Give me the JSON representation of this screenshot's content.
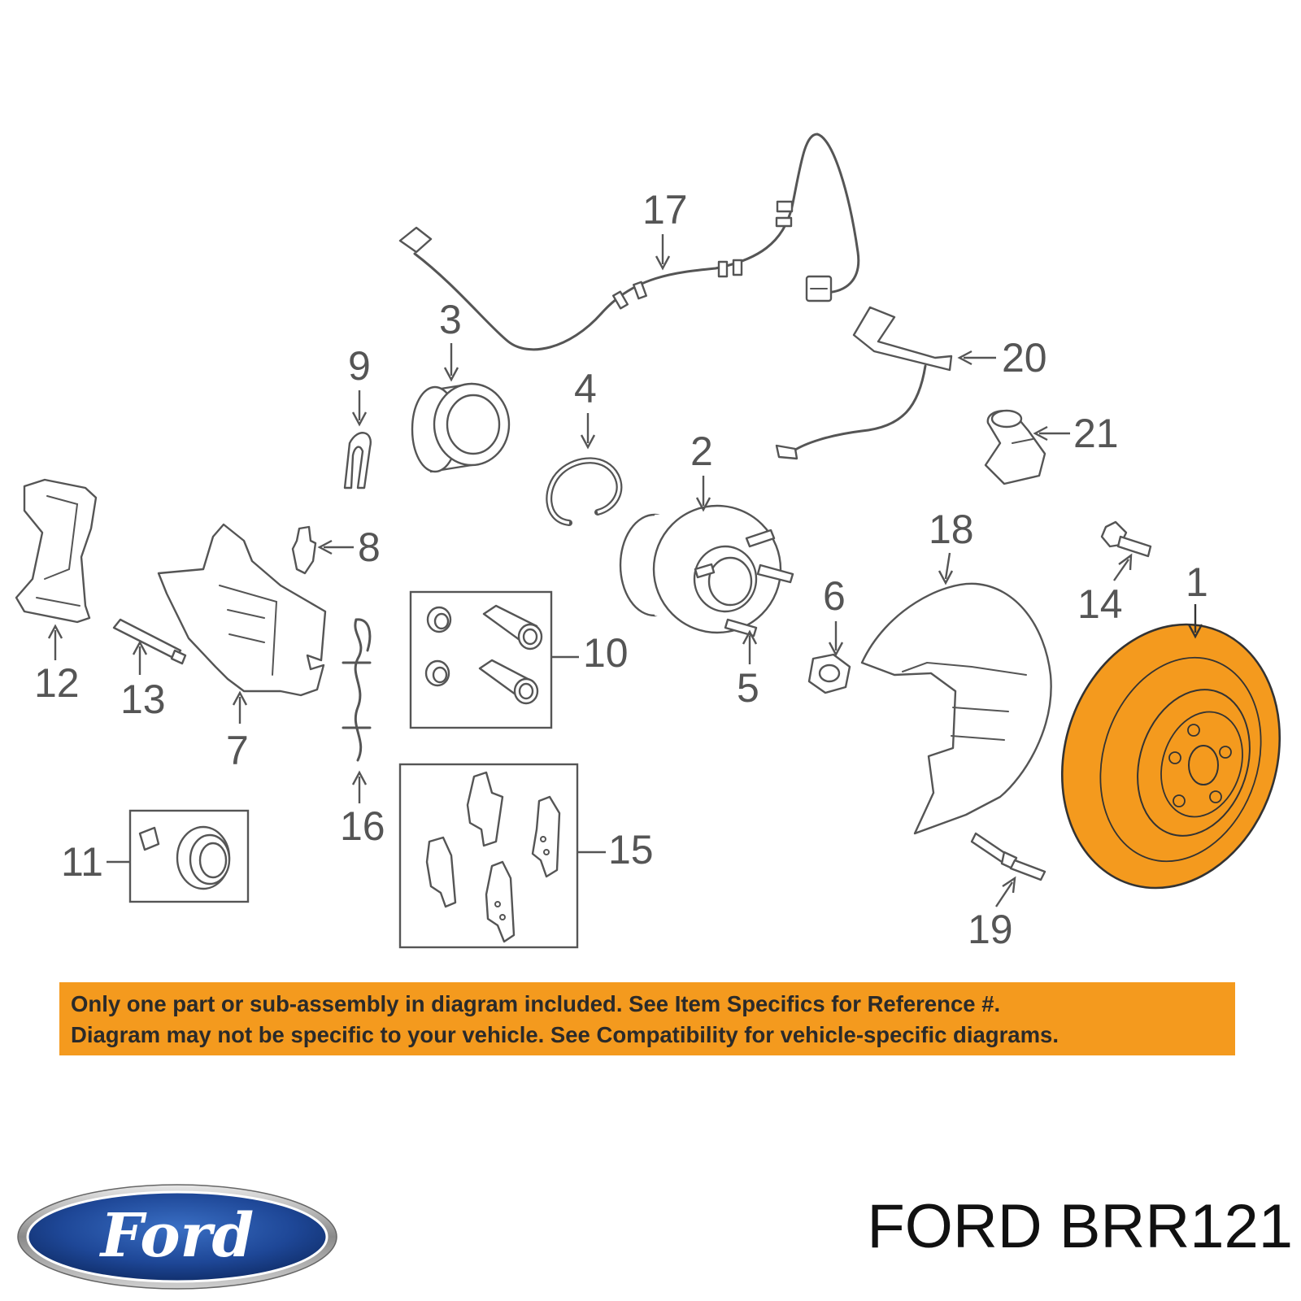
{
  "callouts": [
    "1",
    "2",
    "3",
    "4",
    "5",
    "6",
    "7",
    "8",
    "9",
    "10",
    "11",
    "12",
    "13",
    "14",
    "15",
    "16",
    "17",
    "18",
    "19",
    "20",
    "21"
  ],
  "highlight_color": "#f49a1e",
  "banner": {
    "line1": "Only one part or sub-assembly in diagram included. See Item Specifics for Reference #.",
    "line2": "Diagram may not be specific to your vehicle. See Compatibility for vehicle-specific diagrams."
  },
  "brand": {
    "logo_text": "Ford",
    "part_number": "FORD BRR121"
  }
}
